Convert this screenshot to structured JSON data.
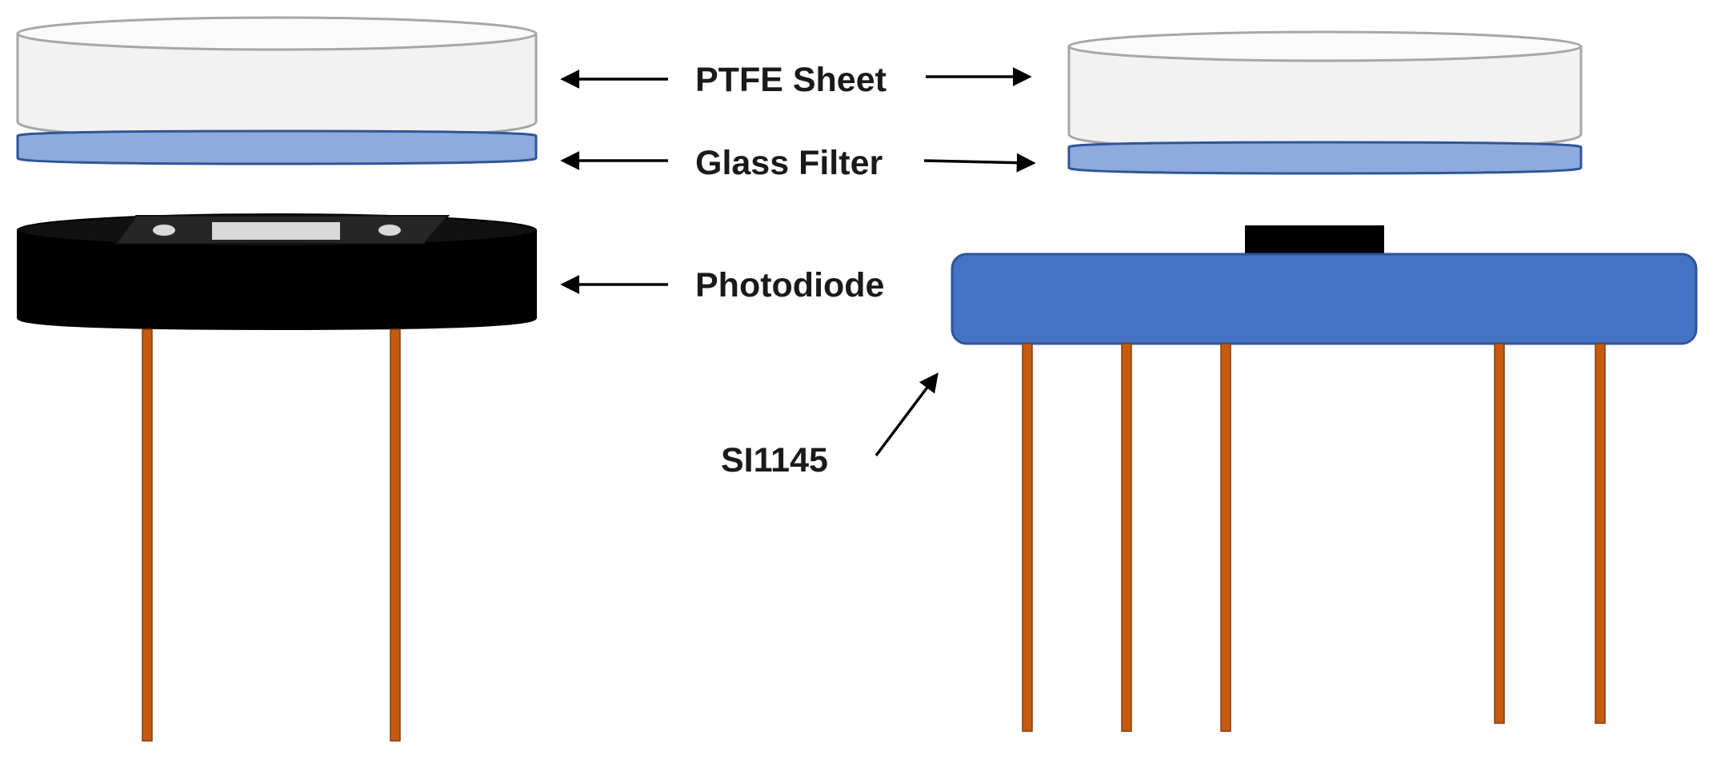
{
  "labels": {
    "ptfe_sheet": "PTFE Sheet",
    "glass_filter": "Glass Filter",
    "photodiode": "Photodiode",
    "si1145": "SI1145"
  },
  "colors": {
    "ptfe_fill": "#f2f2f2",
    "ptfe_stroke": "#a6a6a6",
    "glass_fill": "#8faadc",
    "glass_stroke": "#2f5597",
    "photodiode_body": "#000000",
    "photodiode_cap": "#262626",
    "photodiode_window": "#d9d9d9",
    "sensor_board": "#4472c4",
    "sensor_chip": "#000000",
    "pin": "#c55a11",
    "arrow": "#000000"
  }
}
